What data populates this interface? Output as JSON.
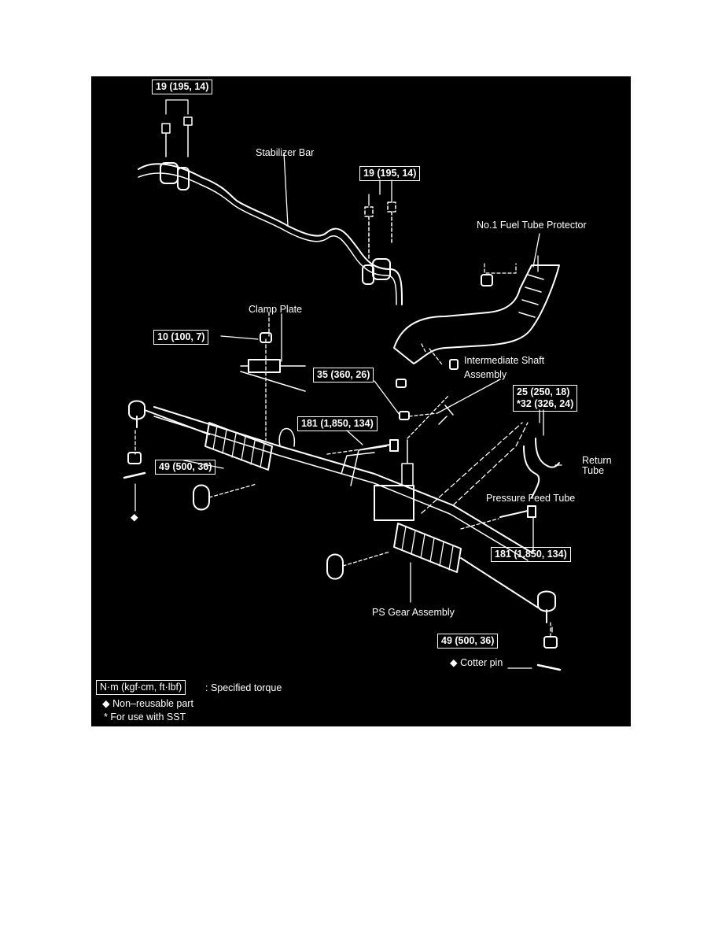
{
  "labels": {
    "stabilizer_bar": "Stabilizer Bar",
    "fuel_tube_protector": "No.1 Fuel Tube Protector",
    "clamp_plate": "Clamp Plate",
    "intermediate_shaft_line1": "Intermediate Shaft",
    "intermediate_shaft_line2": "Assembly",
    "return_tube_line1": "Return",
    "return_tube_line2": "Tube",
    "pressure_feed_tube": "Pressure Feed Tube",
    "ps_gear_assembly": "PS Gear Assembly",
    "cotter_pin": "◆ Cotter pin",
    "diamond_marker": "◆"
  },
  "torque": {
    "stab_left": "19 (195, 14)",
    "stab_right": "19 (195, 14)",
    "clamp_nut": "10 (100, 7)",
    "shaft_bolt": "35 (360, 26)",
    "line_fitting_1": "25 (250, 18)",
    "line_fitting_2": "*32 (326, 24)",
    "mount_bolt_upper": "181 (1,850, 134)",
    "mount_bolt_lower": "181 (1,850, 134)",
    "tie_rod_left": "49 (500, 36)",
    "tie_rod_right": "49 (500, 36)"
  },
  "legend": {
    "unit_box": "N·m (kgf·cm, ft·lbf)",
    "unit_desc": ": Specified torque",
    "non_reusable": "◆ Non–reusable part",
    "sst": "* For use with SST"
  },
  "colors": {
    "background": "#000000",
    "ink": "#ffffff",
    "page": "#ffffff"
  }
}
